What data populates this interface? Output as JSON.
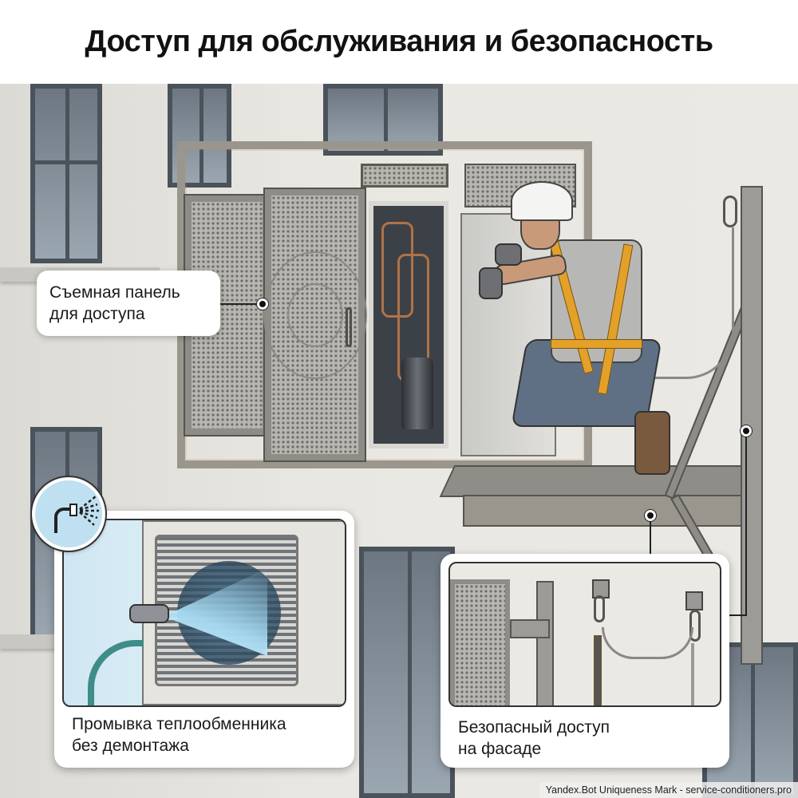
{
  "header": {
    "title": "Доступ для обслуживания и безопасность"
  },
  "callouts": {
    "removable_panel": {
      "label": "Съемная панель\nдля доступа"
    }
  },
  "cards": {
    "washing": {
      "caption": "Промывка теплообменника\nбез демонтажа",
      "icon": "water-spray-icon"
    },
    "safe_access": {
      "caption": "Безопасный доступ\nна фасаде"
    }
  },
  "scene": {
    "elements": [
      "building-facade",
      "ac-enclosure-cage",
      "open-mesh-door",
      "outdoor-ac-unit",
      "technician-with-harness",
      "service-platform",
      "safety-anchor-rail",
      "safety-lanyard"
    ]
  },
  "colors": {
    "title_text": "#111111",
    "callout_bg": "#ffffff",
    "harness": "#e3a12a",
    "wall": "#e9e7e1",
    "metal": "#9c9a93",
    "spray_icon_bg": "#bfe0f0"
  },
  "watermark": {
    "text": "Yandex.Bot Uniqueness Mark - service-conditioners.pro"
  }
}
